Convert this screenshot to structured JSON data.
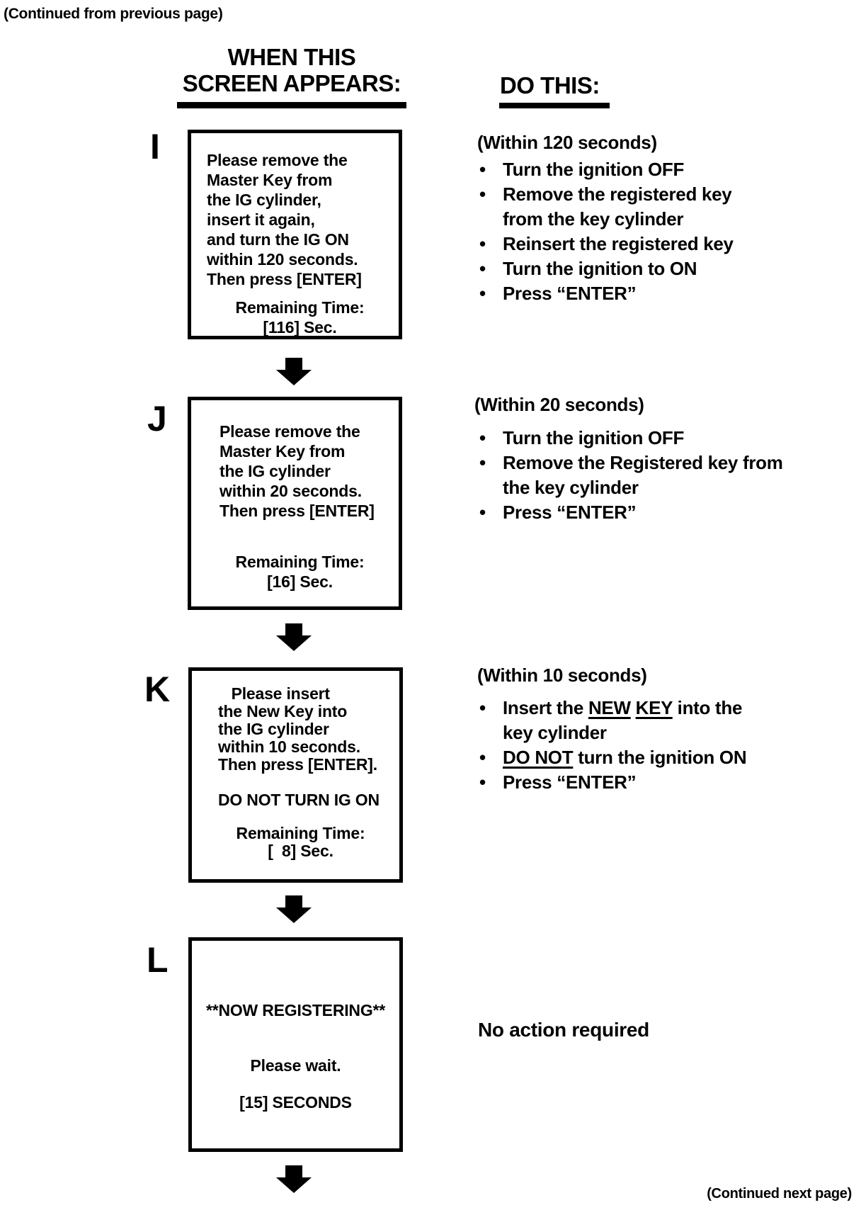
{
  "page": {
    "continued_from_note": "(Continued from previous page)",
    "continued_next_note": "(Continued next page)"
  },
  "headers": {
    "screen_column_line1": "WHEN THIS",
    "screen_column_line2": "SCREEN APPEARS:",
    "action_column": "DO THIS:"
  },
  "glyphs": {
    "bullet": "•",
    "flow_arrow": "down-arrow"
  },
  "rows": [
    {
      "label": "I",
      "screen": {
        "lines": [
          "Please remove the",
          "Master Key from",
          "the IG cylinder,",
          "insert it again,",
          "and turn the IG ON",
          "within 120 seconds.",
          "Then press [ENTER]"
        ],
        "footer_lines": [
          "Remaining Time:",
          "[116] Sec."
        ]
      },
      "timing": "(Within 120 seconds)",
      "steps": [
        [
          [
            {
              "t": "Turn the ignition OFF"
            }
          ]
        ],
        [
          [
            {
              "t": "Remove the registered key"
            }
          ],
          [
            {
              "t": "from the key cylinder"
            }
          ]
        ],
        [
          [
            {
              "t": "Reinsert the registered key"
            }
          ]
        ],
        [
          [
            {
              "t": "Turn the ignition to ON"
            }
          ]
        ],
        [
          [
            {
              "t": "Press “ENTER”"
            }
          ]
        ]
      ]
    },
    {
      "label": "J",
      "screen": {
        "lines": [
          "Please remove the",
          "Master Key from",
          "the IG cylinder",
          "within 20 seconds.",
          "Then press [ENTER]"
        ],
        "footer_lines": [
          "Remaining Time:",
          "[16] Sec."
        ]
      },
      "timing": "(Within 20 seconds)",
      "steps": [
        [
          [
            {
              "t": "Turn the ignition OFF"
            }
          ]
        ],
        [
          [
            {
              "t": "Remove the Registered key from"
            }
          ],
          [
            {
              "t": "the key cylinder"
            }
          ]
        ],
        [
          [
            {
              "t": "Press “ENTER”"
            }
          ]
        ]
      ]
    },
    {
      "label": "K",
      "screen": {
        "lines": [
          "   Please insert",
          "the New Key into",
          "the IG cylinder",
          "within 10 seconds.",
          "Then press [ENTER].",
          "",
          "DO NOT TURN IG ON"
        ],
        "footer_lines": [
          "Remaining Time:",
          "[  8] Sec."
        ]
      },
      "timing": "(Within 10 seconds)",
      "steps": [
        [
          [
            {
              "t": "Insert the "
            },
            {
              "t": "NEW",
              "u": true
            },
            {
              "t": " "
            },
            {
              "t": "KEY",
              "u": true
            },
            {
              "t": " into the"
            }
          ],
          [
            {
              "t": "key cylinder"
            }
          ]
        ],
        [
          [
            {
              "t": "DO NOT",
              "u": true
            },
            {
              "t": " turn the ignition ON"
            }
          ]
        ],
        [
          [
            {
              "t": "Press “ENTER”"
            }
          ]
        ]
      ]
    },
    {
      "label": "L",
      "screen": {
        "lines": [
          "**NOW REGISTERING**",
          "",
          "",
          "Please wait.",
          "",
          "[15] SECONDS"
        ],
        "footer_lines": []
      },
      "timing": "",
      "note": "No action required",
      "steps": []
    }
  ]
}
